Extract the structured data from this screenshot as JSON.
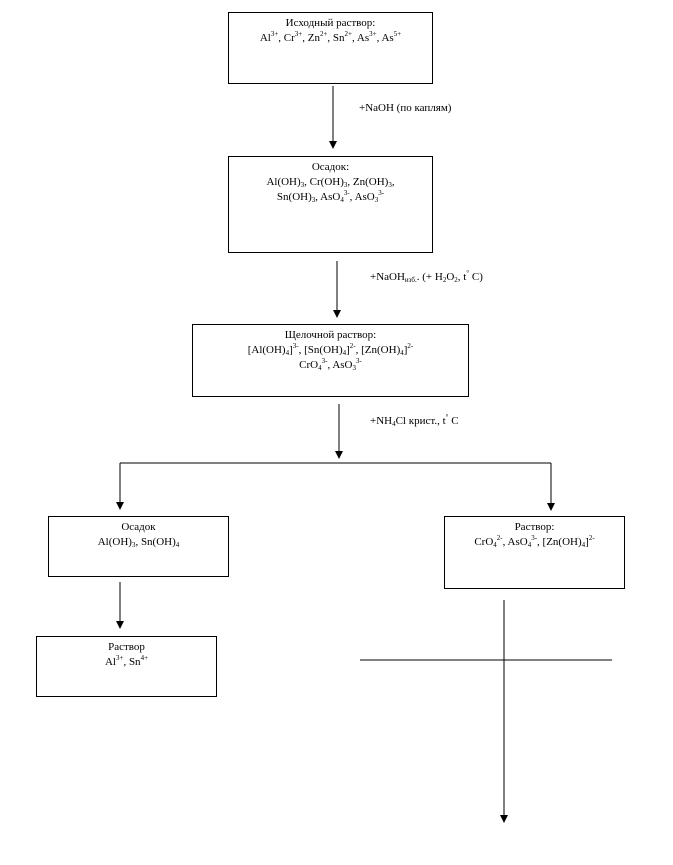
{
  "nodes": {
    "initial": {
      "title": "Исходный раствор:",
      "lines": [
        [
          "Al",
          "3+",
          ", Cr",
          "3+",
          ", Zn",
          "2+",
          ", Sn",
          "2+",
          ", As",
          "3+",
          ", As",
          "5+",
          ""
        ]
      ]
    },
    "precip1": {
      "title": "Осадок:",
      "l1": [
        "Al(OH)",
        "3",
        ", Cr(OH)",
        "3",
        ", Zn(OH)",
        "3",
        ","
      ],
      "l2": [
        "Sn(OH)",
        "3",
        ", AsO",
        "4",
        "",
        "3-",
        ", AsO",
        "3",
        "",
        "3-"
      ]
    },
    "alkaline": {
      "title": "Щелочной раствор:",
      "l1": [
        "[Al(OH)",
        "4",
        "]",
        "3-",
        ", [Sn(OH)",
        "4",
        "]",
        "2-",
        ", [Zn(OH)",
        "4",
        "]",
        "2-"
      ],
      "l2": [
        "CrO",
        "4",
        "",
        "3-",
        ", AsO",
        "3",
        "",
        "3-"
      ]
    },
    "precip2": {
      "title": "Осадок",
      "l1": [
        "Al(OH)",
        "3",
        ", Sn(OH)",
        "4",
        ""
      ]
    },
    "solution2": {
      "title": "Раствор:",
      "l1": [
        "CrO",
        "4",
        "",
        "2-",
        ", AsO",
        "4",
        "",
        "3-",
        ", [Zn(OH)",
        "4",
        "]",
        "2-"
      ]
    },
    "solution3": {
      "title": "Раствор",
      "l1": [
        "Al",
        "3+",
        ",  Sn",
        "4+"
      ]
    }
  },
  "edges": {
    "e1": [
      "+NaOH (по каплям)"
    ],
    "e2": [
      "+NaOH",
      "изб.",
      ". (+ H",
      "2",
      "O",
      "2",
      ", t",
      "°",
      " C)"
    ],
    "e3": [
      "+NH",
      "4",
      "Cl крист., t",
      "°",
      " C"
    ]
  }
}
